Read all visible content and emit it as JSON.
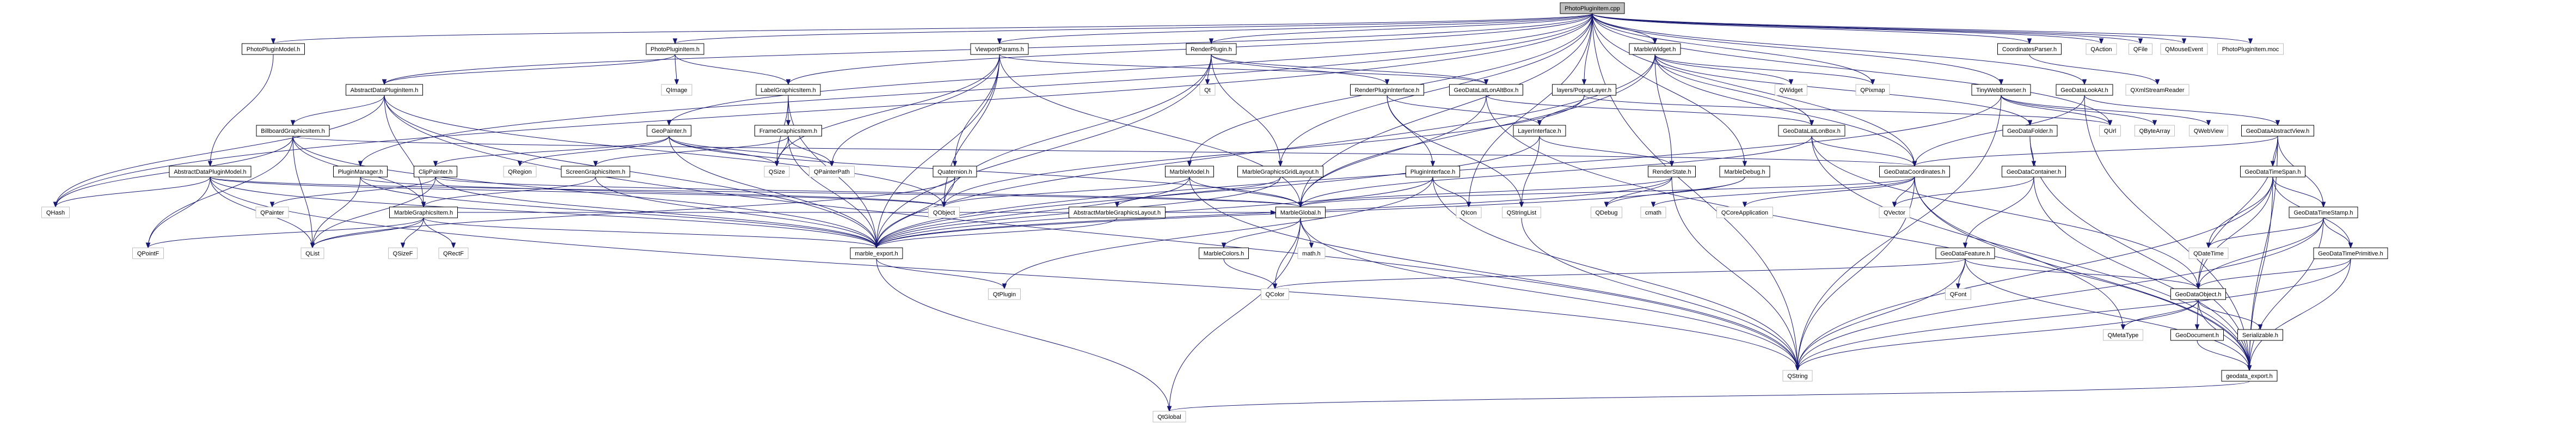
{
  "title": "PhotoPluginItem.cpp include dependency graph",
  "colors": {
    "edge": "#191970",
    "root_fill": "#bfbfbf",
    "root_border": "#000000",
    "documented_border": "#000000",
    "external_border": "#bfbfbf",
    "fill": "#ffffff"
  },
  "nodes": [
    {
      "id": "root",
      "label": "PhotoPluginItem.cpp",
      "kind": "root"
    },
    {
      "id": "PhotoPluginModel",
      "label": "PhotoPluginModel.h",
      "kind": "doc"
    },
    {
      "id": "PhotoPluginItemH",
      "label": "PhotoPluginItem.h",
      "kind": "doc"
    },
    {
      "id": "ViewportParams",
      "label": "ViewportParams.h",
      "kind": "doc"
    },
    {
      "id": "RenderPlugin",
      "label": "RenderPlugin.h",
      "kind": "doc"
    },
    {
      "id": "MarbleWidget",
      "label": "MarbleWidget.h",
      "kind": "doc"
    },
    {
      "id": "CoordinatesParser",
      "label": "CoordinatesParser.h",
      "kind": "doc"
    },
    {
      "id": "QAction",
      "label": "QAction",
      "kind": "ext"
    },
    {
      "id": "QFile",
      "label": "QFile",
      "kind": "ext"
    },
    {
      "id": "QMouseEvent",
      "label": "QMouseEvent",
      "kind": "ext"
    },
    {
      "id": "PhotoPluginItemMoc",
      "label": "PhotoPluginItem.moc",
      "kind": "ext"
    },
    {
      "id": "AbstractDataPluginItem",
      "label": "AbstractDataPluginItem.h",
      "kind": "doc"
    },
    {
      "id": "QImage",
      "label": "QImage",
      "kind": "ext"
    },
    {
      "id": "LabelGraphicsItem",
      "label": "LabelGraphicsItem.h",
      "kind": "doc"
    },
    {
      "id": "Qt",
      "label": "Qt",
      "kind": "ext"
    },
    {
      "id": "RenderPluginInterface",
      "label": "RenderPluginInterface.h",
      "kind": "doc"
    },
    {
      "id": "GeoDataLatLonAltBox",
      "label": "GeoDataLatLonAltBox.h",
      "kind": "doc"
    },
    {
      "id": "PopupLayer",
      "label": "layers/PopupLayer.h",
      "kind": "doc"
    },
    {
      "id": "QWidget",
      "label": "QWidget",
      "kind": "ext"
    },
    {
      "id": "QPixmap",
      "label": "QPixmap",
      "kind": "ext"
    },
    {
      "id": "TinyWebBrowser",
      "label": "TinyWebBrowser.h",
      "kind": "doc"
    },
    {
      "id": "GeoDataLookAt",
      "label": "GeoDataLookAt.h",
      "kind": "doc"
    },
    {
      "id": "QXmlStreamReader",
      "label": "QXmlStreamReader",
      "kind": "ext"
    },
    {
      "id": "BillboardGraphicsItem",
      "label": "BillboardGraphicsItem.h",
      "kind": "doc"
    },
    {
      "id": "GeoPainter",
      "label": "GeoPainter.h",
      "kind": "doc"
    },
    {
      "id": "FrameGraphicsItem",
      "label": "FrameGraphicsItem.h",
      "kind": "doc"
    },
    {
      "id": "LayerInterface",
      "label": "LayerInterface.h",
      "kind": "doc"
    },
    {
      "id": "GeoDataLatLonBox",
      "label": "GeoDataLatLonBox.h",
      "kind": "doc"
    },
    {
      "id": "GeoDataFolder",
      "label": "GeoDataFolder.h",
      "kind": "doc"
    },
    {
      "id": "QUrl",
      "label": "QUrl",
      "kind": "ext"
    },
    {
      "id": "QByteArray",
      "label": "QByteArray",
      "kind": "ext"
    },
    {
      "id": "QWebView",
      "label": "QWebView",
      "kind": "ext"
    },
    {
      "id": "GeoDataAbstractView",
      "label": "GeoDataAbstractView.h",
      "kind": "doc"
    },
    {
      "id": "AbstractDataPluginModel",
      "label": "AbstractDataPluginModel.h",
      "kind": "doc"
    },
    {
      "id": "PluginManager",
      "label": "PluginManager.h",
      "kind": "doc"
    },
    {
      "id": "ClipPainter",
      "label": "ClipPainter.h",
      "kind": "doc"
    },
    {
      "id": "QRegion",
      "label": "QRegion",
      "kind": "ext"
    },
    {
      "id": "ScreenGraphicsItem",
      "label": "ScreenGraphicsItem.h",
      "kind": "doc"
    },
    {
      "id": "QSize",
      "label": "QSize",
      "kind": "ext"
    },
    {
      "id": "QPainterPath",
      "label": "QPainterPath",
      "kind": "ext"
    },
    {
      "id": "Quaternion",
      "label": "Quaternion.h",
      "kind": "doc"
    },
    {
      "id": "MarbleModel",
      "label": "MarbleModel.h",
      "kind": "doc"
    },
    {
      "id": "MarbleGraphicsGridLayout",
      "label": "MarbleGraphicsGridLayout.h",
      "kind": "doc"
    },
    {
      "id": "PluginInterface",
      "label": "PluginInterface.h",
      "kind": "doc"
    },
    {
      "id": "RenderState",
      "label": "RenderState.h",
      "kind": "doc"
    },
    {
      "id": "MarbleDebug",
      "label": "MarbleDebug.h",
      "kind": "doc"
    },
    {
      "id": "GeoDataCoordinates",
      "label": "GeoDataCoordinates.h",
      "kind": "doc"
    },
    {
      "id": "GeoDataContainer",
      "label": "GeoDataContainer.h",
      "kind": "doc"
    },
    {
      "id": "GeoDataTimeSpan",
      "label": "GeoDataTimeSpan.h",
      "kind": "doc"
    },
    {
      "id": "QHash",
      "label": "QHash",
      "kind": "ext"
    },
    {
      "id": "QPainter",
      "label": "QPainter",
      "kind": "ext"
    },
    {
      "id": "MarbleGraphicsItem",
      "label": "MarbleGraphicsItem.h",
      "kind": "doc"
    },
    {
      "id": "QObject",
      "label": "QObject",
      "kind": "ext"
    },
    {
      "id": "AbstractMarbleGraphicsLayout",
      "label": "AbstractMarbleGraphicsLayout.h",
      "kind": "doc"
    },
    {
      "id": "MarbleGlobal",
      "label": "MarbleGlobal.h",
      "kind": "doc"
    },
    {
      "id": "QIcon",
      "label": "QIcon",
      "kind": "ext"
    },
    {
      "id": "QStringList",
      "label": "QStringList",
      "kind": "ext"
    },
    {
      "id": "QDebug",
      "label": "QDebug",
      "kind": "ext"
    },
    {
      "id": "cmath",
      "label": "cmath",
      "kind": "ext"
    },
    {
      "id": "QCoreApplication",
      "label": "QCoreApplication",
      "kind": "ext"
    },
    {
      "id": "QVector",
      "label": "QVector",
      "kind": "ext"
    },
    {
      "id": "GeoDataTimeStamp",
      "label": "GeoDataTimeStamp.h",
      "kind": "doc"
    },
    {
      "id": "QPointF",
      "label": "QPointF",
      "kind": "ext"
    },
    {
      "id": "QList",
      "label": "QList",
      "kind": "ext"
    },
    {
      "id": "QSizeF",
      "label": "QSizeF",
      "kind": "ext"
    },
    {
      "id": "QRectF",
      "label": "QRectF",
      "kind": "ext"
    },
    {
      "id": "marble_export",
      "label": "marble_export.h",
      "kind": "doc"
    },
    {
      "id": "MarbleColors",
      "label": "MarbleColors.h",
      "kind": "doc"
    },
    {
      "id": "mathh",
      "label": "math.h",
      "kind": "ext"
    },
    {
      "id": "GeoDataFeature",
      "label": "GeoDataFeature.h",
      "kind": "doc"
    },
    {
      "id": "QDateTime",
      "label": "QDateTime",
      "kind": "ext"
    },
    {
      "id": "GeoDataTimePrimitive",
      "label": "GeoDataTimePrimitive.h",
      "kind": "doc"
    },
    {
      "id": "QtPlugin",
      "label": "QtPlugin",
      "kind": "ext"
    },
    {
      "id": "QColor",
      "label": "QColor",
      "kind": "ext"
    },
    {
      "id": "QFont",
      "label": "QFont",
      "kind": "ext"
    },
    {
      "id": "GeoDataObject",
      "label": "GeoDataObject.h",
      "kind": "doc"
    },
    {
      "id": "QMetaType",
      "label": "QMetaType",
      "kind": "ext"
    },
    {
      "id": "GeoDocument",
      "label": "GeoDocument.h",
      "kind": "doc"
    },
    {
      "id": "Serializable",
      "label": "Serializable.h",
      "kind": "doc"
    },
    {
      "id": "QString",
      "label": "QString",
      "kind": "ext"
    },
    {
      "id": "geodata_export",
      "label": "geodata_export.h",
      "kind": "doc"
    },
    {
      "id": "QtGlobal",
      "label": "QtGlobal",
      "kind": "ext"
    }
  ],
  "edges": [
    [
      "root",
      "PhotoPluginModel"
    ],
    [
      "root",
      "PhotoPluginItemH"
    ],
    [
      "root",
      "ViewportParams"
    ],
    [
      "root",
      "RenderPlugin"
    ],
    [
      "root",
      "MarbleWidget"
    ],
    [
      "root",
      "CoordinatesParser"
    ],
    [
      "root",
      "QAction"
    ],
    [
      "root",
      "QFile"
    ],
    [
      "root",
      "QMouseEvent"
    ],
    [
      "root",
      "PhotoPluginItemMoc"
    ],
    [
      "root",
      "AbstractDataPluginItem"
    ],
    [
      "root",
      "LabelGraphicsItem"
    ],
    [
      "root",
      "PopupLayer"
    ],
    [
      "root",
      "QPixmap"
    ],
    [
      "root",
      "TinyWebBrowser"
    ],
    [
      "root",
      "GeoPainter"
    ],
    [
      "root",
      "GeoDataCoordinates"
    ],
    [
      "root",
      "QHash"
    ],
    [
      "root",
      "MarbleGraphicsGridLayout"
    ],
    [
      "root",
      "MarbleModel"
    ],
    [
      "root",
      "QUrl"
    ],
    [
      "root",
      "MarbleDebug"
    ],
    [
      "root",
      "QIcon"
    ],
    [
      "root",
      "MarbleGlobal"
    ],
    [
      "root",
      "PluginManager"
    ],
    [
      "root",
      "GeoDataLookAt"
    ],
    [
      "root",
      "QString"
    ],
    [
      "PhotoPluginModel",
      "AbstractDataPluginModel"
    ],
    [
      "PhotoPluginItemH",
      "AbstractDataPluginItem"
    ],
    [
      "PhotoPluginItemH",
      "QImage"
    ],
    [
      "PhotoPluginItemH",
      "LabelGraphicsItem"
    ],
    [
      "AbstractDataPluginItem",
      "BillboardGraphicsItem"
    ],
    [
      "AbstractDataPluginItem",
      "QObject"
    ],
    [
      "AbstractDataPluginItem",
      "QString"
    ],
    [
      "AbstractDataPluginItem",
      "QHash"
    ],
    [
      "AbstractDataPluginItem",
      "marble_export"
    ],
    [
      "AbstractDataPluginItem",
      "MarbleGraphicsItem"
    ],
    [
      "BillboardGraphicsItem",
      "MarbleGraphicsItem"
    ],
    [
      "BillboardGraphicsItem",
      "marble_export"
    ],
    [
      "BillboardGraphicsItem",
      "QPointF"
    ],
    [
      "BillboardGraphicsItem",
      "QList"
    ],
    [
      "BillboardGraphicsItem",
      "GeoDataCoordinates"
    ],
    [
      "BillboardGraphicsItem",
      "QHash"
    ],
    [
      "AbstractDataPluginModel",
      "QObject"
    ],
    [
      "AbstractDataPluginModel",
      "QList"
    ],
    [
      "AbstractDataPluginModel",
      "QHash"
    ],
    [
      "AbstractDataPluginModel",
      "QPointF"
    ],
    [
      "AbstractDataPluginModel",
      "marble_export"
    ],
    [
      "AbstractDataPluginModel",
      "QString"
    ],
    [
      "AbstractDataPluginModel",
      "MarbleGlobal"
    ],
    [
      "LabelGraphicsItem",
      "FrameGraphicsItem"
    ],
    [
      "LabelGraphicsItem",
      "marble_export"
    ],
    [
      "LabelGraphicsItem",
      "QSize"
    ],
    [
      "FrameGraphicsItem",
      "ScreenGraphicsItem"
    ],
    [
      "FrameGraphicsItem",
      "QPainterPath"
    ],
    [
      "FrameGraphicsItem",
      "QSize"
    ],
    [
      "FrameGraphicsItem",
      "marble_export"
    ],
    [
      "ScreenGraphicsItem",
      "MarbleGraphicsItem"
    ],
    [
      "ScreenGraphicsItem",
      "marble_export"
    ],
    [
      "MarbleGraphicsItem",
      "QList"
    ],
    [
      "MarbleGraphicsItem",
      "QSizeF"
    ],
    [
      "MarbleGraphicsItem",
      "QRectF"
    ],
    [
      "MarbleGraphicsItem",
      "QPointF"
    ],
    [
      "MarbleGraphicsItem",
      "marble_export"
    ],
    [
      "MarbleGraphicsItem",
      "MarbleGlobal"
    ],
    [
      "GeoPainter",
      "ClipPainter"
    ],
    [
      "GeoPainter",
      "QRegion"
    ],
    [
      "GeoPainter",
      "QSize"
    ],
    [
      "GeoPainter",
      "marble_export"
    ],
    [
      "GeoPainter",
      "MarbleGlobal"
    ],
    [
      "GeoPainter",
      "QPainterPath"
    ],
    [
      "ClipPainter",
      "QPainter"
    ],
    [
      "ClipPainter",
      "QList"
    ],
    [
      "ClipPainter",
      "marble_export"
    ],
    [
      "ClipPainter",
      "MarbleGlobal"
    ],
    [
      "PluginManager",
      "QObject"
    ],
    [
      "PluginManager",
      "QList"
    ],
    [
      "PluginManager",
      "marble_export"
    ],
    [
      "ViewportParams",
      "Quaternion"
    ],
    [
      "ViewportParams",
      "QSize"
    ],
    [
      "ViewportParams",
      "QPainterPath"
    ],
    [
      "ViewportParams",
      "QObject"
    ],
    [
      "ViewportParams",
      "marble_export"
    ],
    [
      "ViewportParams",
      "MarbleGlobal"
    ],
    [
      "ViewportParams",
      "GeoDataLatLonAltBox"
    ],
    [
      "Quaternion",
      "marble_export"
    ],
    [
      "Quaternion",
      "QList"
    ],
    [
      "RenderPlugin",
      "Qt"
    ],
    [
      "RenderPlugin",
      "RenderPluginInterface"
    ],
    [
      "RenderPlugin",
      "GeoDataLatLonAltBox"
    ],
    [
      "RenderPlugin",
      "QObject"
    ],
    [
      "RenderPlugin",
      "marble_export"
    ],
    [
      "RenderPlugin",
      "MarbleGraphicsGridLayout"
    ],
    [
      "RenderPluginInterface",
      "PluginInterface"
    ],
    [
      "RenderPluginInterface",
      "LayerInterface"
    ],
    [
      "RenderPluginInterface",
      "QStringList"
    ],
    [
      "PluginInterface",
      "QIcon"
    ],
    [
      "PluginInterface",
      "QtPlugin"
    ],
    [
      "PluginInterface",
      "QString"
    ],
    [
      "PluginInterface",
      "marble_export"
    ],
    [
      "LayerInterface",
      "RenderState"
    ],
    [
      "LayerInterface",
      "QStringList"
    ],
    [
      "LayerInterface",
      "marble_export"
    ],
    [
      "PopupLayer",
      "LayerInterface"
    ],
    [
      "PopupLayer",
      "QObject"
    ],
    [
      "PopupLayer",
      "QUrl"
    ],
    [
      "GeoDataLatLonAltBox",
      "GeoDataLatLonBox"
    ],
    [
      "GeoDataLatLonAltBox",
      "geodata_export"
    ],
    [
      "GeoDataLatLonAltBox",
      "MarbleGlobal"
    ],
    [
      "GeoDataLatLonBox",
      "GeoDataCoordinates"
    ],
    [
      "GeoDataLatLonBox",
      "GeoDataObject"
    ],
    [
      "GeoDataLatLonBox",
      "geodata_export"
    ],
    [
      "GeoDataLatLonBox",
      "MarbleGlobal"
    ],
    [
      "MarbleWidget",
      "QWidget"
    ],
    [
      "MarbleWidget",
      "QPixmap"
    ],
    [
      "MarbleWidget",
      "RenderState"
    ],
    [
      "MarbleWidget",
      "GeoDataCoordinates"
    ],
    [
      "MarbleWidget",
      "GeoDataLatLonBox"
    ],
    [
      "MarbleWidget",
      "GeoDataFolder"
    ],
    [
      "MarbleWidget",
      "MarbleGlobal"
    ],
    [
      "MarbleWidget",
      "marble_export"
    ],
    [
      "RenderState",
      "QString"
    ],
    [
      "RenderState",
      "QDebug"
    ],
    [
      "RenderState",
      "marble_export"
    ],
    [
      "RenderState",
      "MarbleGlobal"
    ],
    [
      "MarbleDebug",
      "QDebug"
    ],
    [
      "MarbleDebug",
      "marble_export"
    ],
    [
      "MarbleModel",
      "QObject"
    ],
    [
      "MarbleModel",
      "MarbleGlobal"
    ],
    [
      "MarbleModel",
      "marble_export"
    ],
    [
      "MarbleModel",
      "QString"
    ],
    [
      "MarbleGraphicsGridLayout",
      "AbstractMarbleGraphicsLayout"
    ],
    [
      "MarbleGraphicsGridLayout",
      "marble_export"
    ],
    [
      "AbstractMarbleGraphicsLayout",
      "marble_export"
    ],
    [
      "MarbleGlobal",
      "MarbleColors"
    ],
    [
      "MarbleGlobal",
      "mathh"
    ],
    [
      "MarbleGlobal",
      "QColor"
    ],
    [
      "MarbleGlobal",
      "QtGlobal"
    ],
    [
      "MarbleGlobal",
      "QString"
    ],
    [
      "MarbleColors",
      "QColor"
    ],
    [
      "marble_export",
      "QtPlugin"
    ],
    [
      "marble_export",
      "QtGlobal"
    ],
    [
      "TinyWebBrowser",
      "QWebView"
    ],
    [
      "TinyWebBrowser",
      "QUrl"
    ],
    [
      "TinyWebBrowser",
      "QByteArray"
    ],
    [
      "TinyWebBrowser",
      "QString"
    ],
    [
      "TinyWebBrowser",
      "marble_export"
    ],
    [
      "CoordinatesParser",
      "QXmlStreamReader"
    ],
    [
      "GeoDataLookAt",
      "GeoDataAbstractView"
    ],
    [
      "GeoDataLookAt",
      "GeoDataCoordinates"
    ],
    [
      "GeoDataLookAt",
      "geodata_export"
    ],
    [
      "GeoDataAbstractView",
      "GeoDataObject"
    ],
    [
      "GeoDataAbstractView",
      "GeoDataTimeSpan"
    ],
    [
      "GeoDataAbstractView",
      "GeoDataTimeStamp"
    ],
    [
      "GeoDataAbstractView",
      "geodata_export"
    ],
    [
      "GeoDataAbstractView",
      "GeoDataCoordinates"
    ],
    [
      "GeoDataTimeSpan",
      "GeoDataTimeStamp"
    ],
    [
      "GeoDataTimeSpan",
      "GeoDataTimePrimitive"
    ],
    [
      "GeoDataTimeSpan",
      "QDateTime"
    ],
    [
      "GeoDataTimeSpan",
      "GeoDataObject"
    ],
    [
      "GeoDataTimeSpan",
      "geodata_export"
    ],
    [
      "GeoDataTimeSpan",
      "QString"
    ],
    [
      "GeoDataTimeStamp",
      "GeoDataTimePrimitive"
    ],
    [
      "GeoDataTimeStamp",
      "QDateTime"
    ],
    [
      "GeoDataTimeStamp",
      "GeoDataObject"
    ],
    [
      "GeoDataTimeStamp",
      "geodata_export"
    ],
    [
      "GeoDataTimeStamp",
      "QString"
    ],
    [
      "GeoDataTimePrimitive",
      "GeoDataObject"
    ],
    [
      "GeoDataTimePrimitive",
      "geodata_export"
    ],
    [
      "GeoDataTimePrimitive",
      "QString"
    ],
    [
      "GeoDataFolder",
      "GeoDataContainer"
    ],
    [
      "GeoDataFolder",
      "geodata_export"
    ],
    [
      "GeoDataContainer",
      "GeoDataFeature"
    ],
    [
      "GeoDataContainer",
      "QVector"
    ],
    [
      "GeoDataContainer",
      "geodata_export"
    ],
    [
      "GeoDataFeature",
      "GeoDataObject"
    ],
    [
      "GeoDataFeature",
      "QFont"
    ],
    [
      "GeoDataFeature",
      "QColor"
    ],
    [
      "GeoDataFeature",
      "QString"
    ],
    [
      "GeoDataFeature",
      "geodata_export"
    ],
    [
      "GeoDataCoordinates",
      "QVector"
    ],
    [
      "GeoDataCoordinates",
      "QCoreApplication"
    ],
    [
      "GeoDataCoordinates",
      "QString"
    ],
    [
      "GeoDataCoordinates",
      "QMetaType"
    ],
    [
      "GeoDataCoordinates",
      "geodata_export"
    ],
    [
      "GeoDataCoordinates",
      "MarbleGlobal"
    ],
    [
      "GeoDataCoordinates",
      "cmath"
    ],
    [
      "GeoDataObject",
      "GeoDocument"
    ],
    [
      "GeoDataObject",
      "Serializable"
    ],
    [
      "GeoDataObject",
      "QMetaType"
    ],
    [
      "GeoDataObject",
      "geodata_export"
    ],
    [
      "GeoDataObject",
      "QString"
    ],
    [
      "GeoDocument",
      "geodata_export"
    ],
    [
      "geodata_export",
      "QtGlobal"
    ],
    [
      "QStringList",
      "QString"
    ]
  ]
}
